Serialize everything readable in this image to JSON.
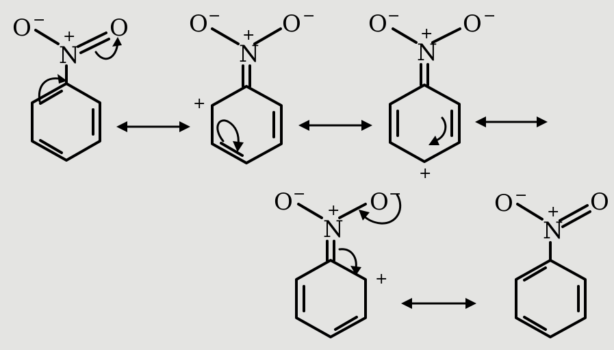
{
  "background_color": "#e4e4e2",
  "ink_color": "#000000",
  "labels": {
    "oxygen": "O",
    "nitrogen": "N",
    "plus": "+",
    "minus": "−"
  },
  "resonance_arrow": "double-headed",
  "structures": [
    {
      "name": "nitrobenzene",
      "icon": "curved-electron-arrow"
    },
    {
      "name": "ortho-cation",
      "icon": "curved-electron-arrow"
    },
    {
      "name": "para-cation",
      "icon": "curved-electron-arrow"
    },
    {
      "name": "ortho-cation-prime",
      "icon": "curved-electron-arrow"
    },
    {
      "name": "nitrobenzene-final"
    }
  ]
}
